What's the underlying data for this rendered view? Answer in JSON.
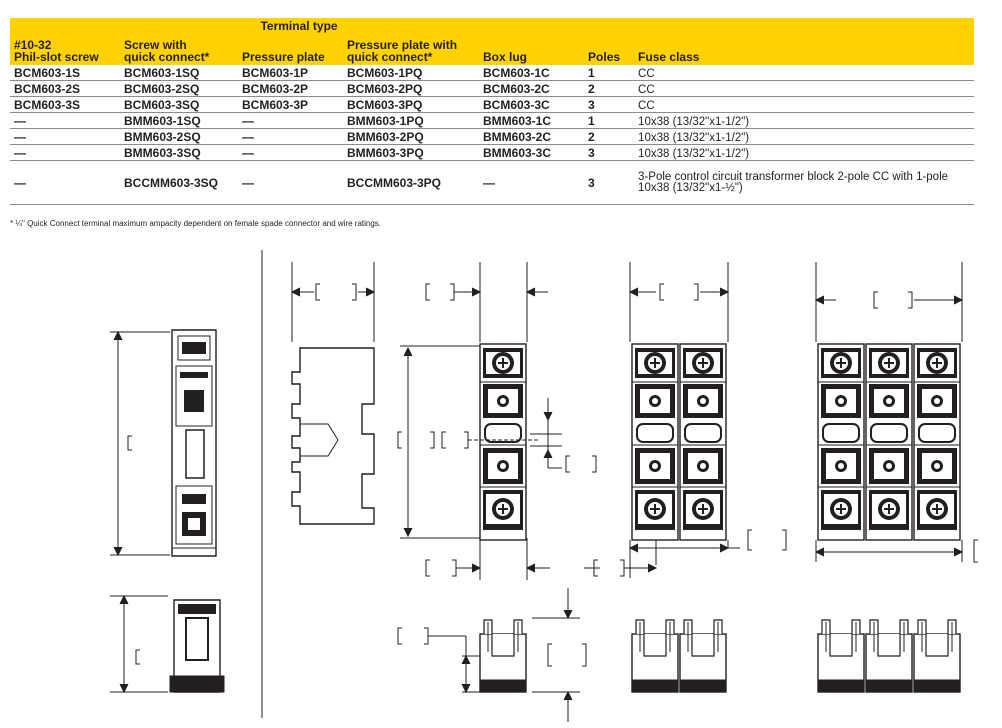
{
  "table": {
    "group_header": "Terminal type",
    "headers": [
      "#10-32\nPhil-slot screw",
      "Screw with\nquick connect*",
      "Pressure plate",
      "Pressure plate with\nquick connect*",
      "Box lug",
      "Poles",
      "Fuse class"
    ],
    "rows": [
      [
        "BCM603-1S",
        "BCM603-1SQ",
        "BCM603-1P",
        "BCM603-1PQ",
        "BCM603-1C",
        "1",
        "CC"
      ],
      [
        "BCM603-2S",
        "BCM603-2SQ",
        "BCM603-2P",
        "BCM603-2PQ",
        "BCM603-2C",
        "2",
        "CC"
      ],
      [
        "BCM603-3S",
        "BCM603-3SQ",
        "BCM603-3P",
        "BCM603-3PQ",
        "BCM603-3C",
        "3",
        "CC"
      ],
      [
        "—",
        "BMM603-1SQ",
        "—",
        "BMM603-1PQ",
        "BMM603-1C",
        "1",
        "10x38 (13/32\"x1-1/2\")"
      ],
      [
        "—",
        "BMM603-2SQ",
        "—",
        "BMM603-2PQ",
        "BMM603-2C",
        "2",
        "10x38 (13/32\"x1-1/2\")"
      ],
      [
        "—",
        "BMM603-3SQ",
        "—",
        "BMM603-3PQ",
        "BMM603-3C",
        "3",
        "10x38 (13/32\"x1-1/2\")"
      ],
      [
        "—",
        "BCCMM603-3SQ",
        "—",
        "BCCMM603-3PQ",
        "—",
        "3",
        "3-Pole control circuit transformer block 2-pole CC with 1-pole 10x38 (13/32\"x1-½\")"
      ]
    ]
  },
  "footnote": "* ¼\" Quick Connect terminal maximum ampacity dependent on female spade connector and wire ratings.",
  "colors": {
    "header_yellow": "#ffd200",
    "line": "#231f20",
    "rule": "#8c8c8c"
  }
}
